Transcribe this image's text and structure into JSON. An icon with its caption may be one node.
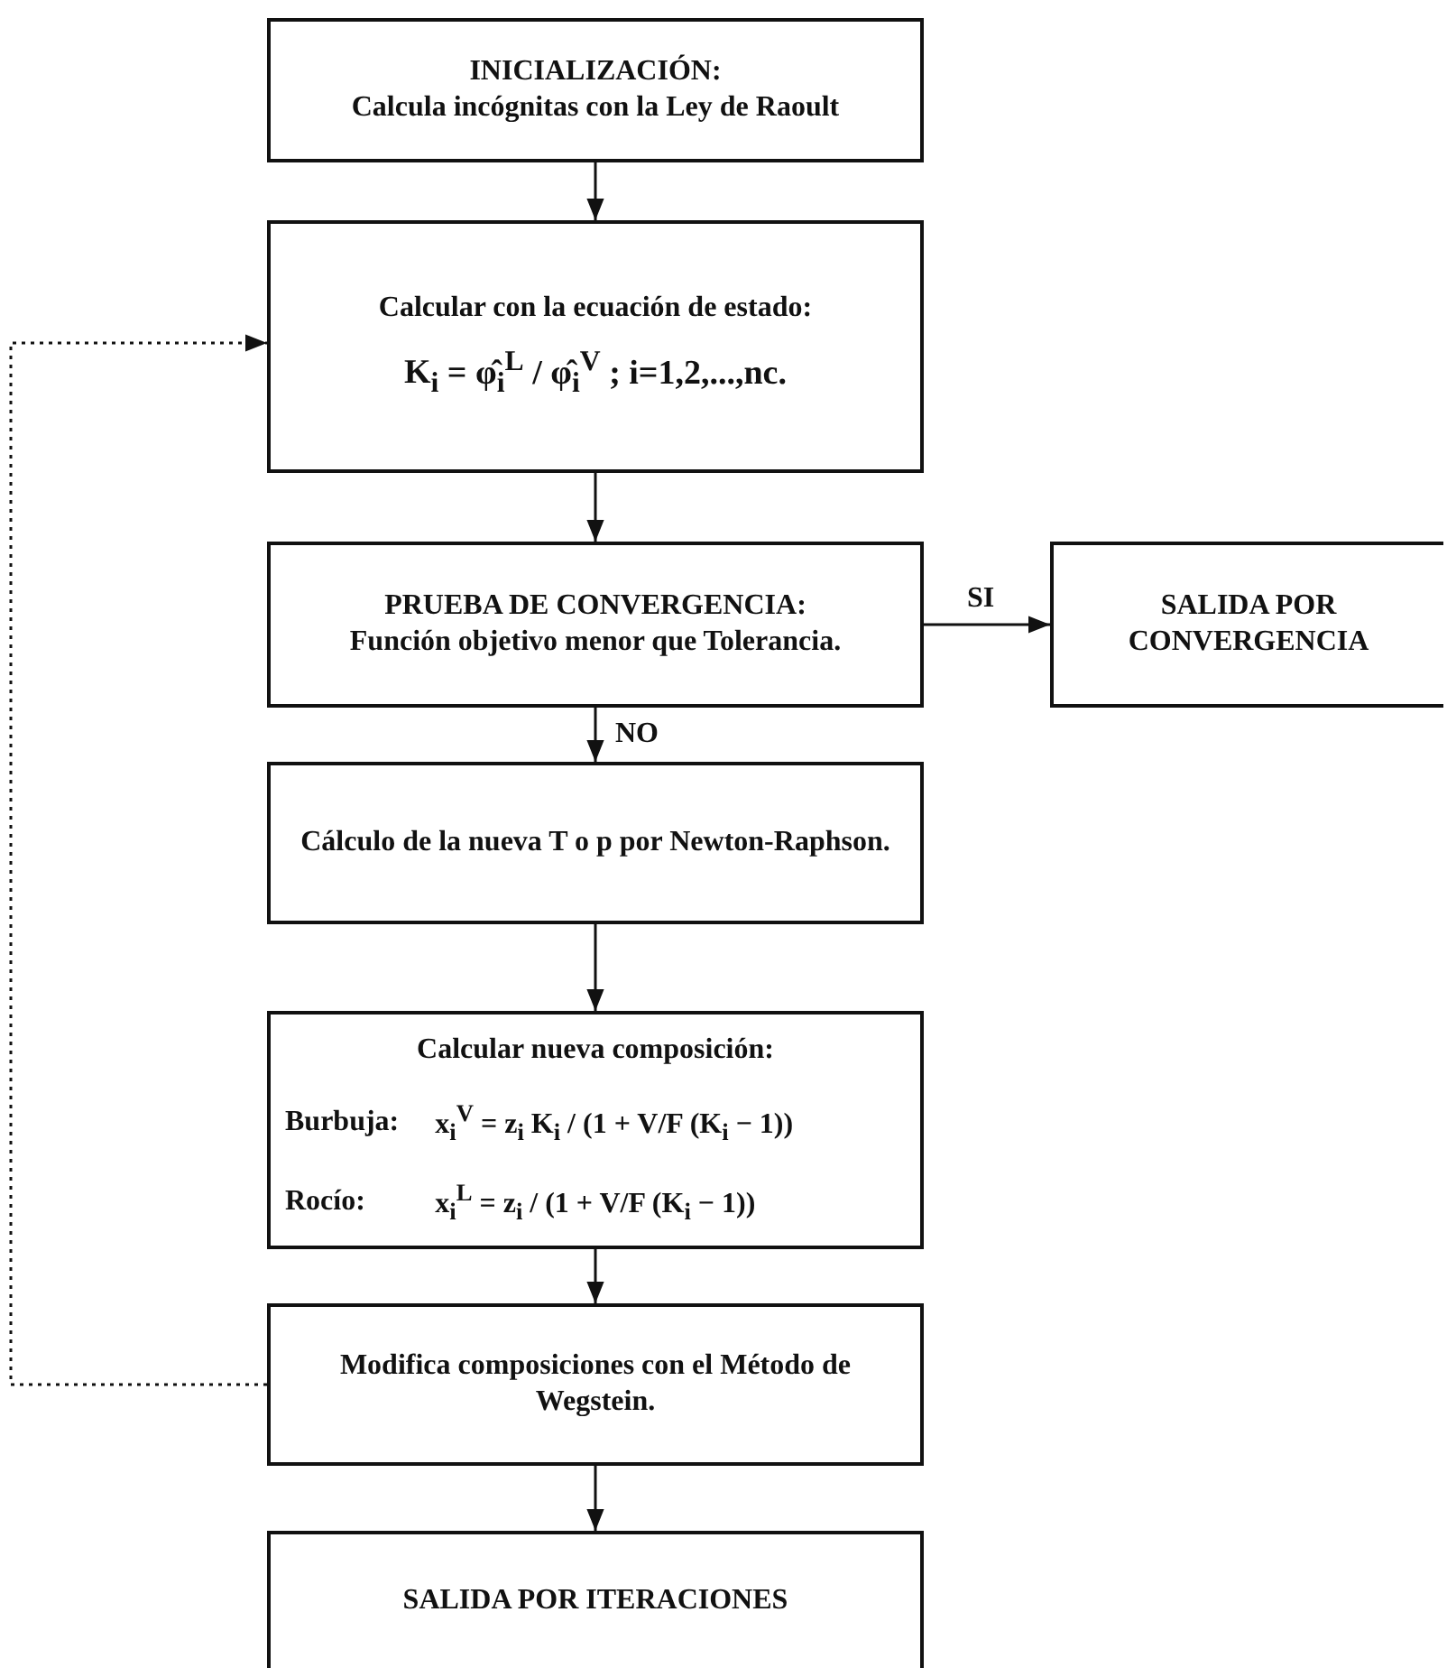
{
  "diagram": {
    "nodes": [
      {
        "text": [
          "INICIALIZACIÓN:",
          "Calcula incógnitas con la Ley de Raoult"
        ]
      },
      {
        "text": [
          "Calcular con la ecuación de estado:",
          "**K$_{i}$** = φ̂$_{i}$$^{L}$ / φ̂$_{i}$$^{V}$ ;  i=1,2,...,nc."
        ]
      },
      {
        "text": [
          "PRUEBA DE CONVERGENCIA:",
          "Función objetivo menor que Tolerancia."
        ]
      },
      {
        "text": [
          "SALIDA POR CONVERGENCIA"
        ]
      },
      {
        "text": [
          "Cálculo de la nueva T o p por Newton-Raphson."
        ]
      },
      {
        "text": [
          "Calcular nueva composición:",
          "Burbuja:",
          "x$_{i}$$^{V}$ = z$_{i}$ K$_{i}$ / (1 + V/F (K$_{i}$ − 1))",
          "Rocío:",
          "x$_{i}$$^{L}$ = z$_{i}$ / (1 + V/F (K$_{i}$ − 1))"
        ]
      },
      {
        "text": [
          "Modifica composiciones con el Método de Wegstein."
        ]
      },
      {
        "text": [
          "SALIDA POR ITERACIONES"
        ]
      }
    ],
    "edges": [
      {
        "from": 0,
        "to": 1,
        "arrow": "to"
      },
      {
        "from": 1,
        "to": 2,
        "arrow": "to"
      },
      {
        "from": 2,
        "to": 3,
        "arrow": "to",
        "label": "SI"
      },
      {
        "from": 2,
        "to": 4,
        "arrow": "to",
        "label": "NO"
      },
      {
        "from": 4,
        "to": 5,
        "arrow": "to"
      },
      {
        "from": 5,
        "to": 6,
        "arrow": "to"
      },
      {
        "from": 6,
        "to": 7,
        "arrow": "to"
      },
      {
        "from": 6,
        "to": 1,
        "arrow": "to",
        "style": "dashed"
      }
    ]
  }
}
